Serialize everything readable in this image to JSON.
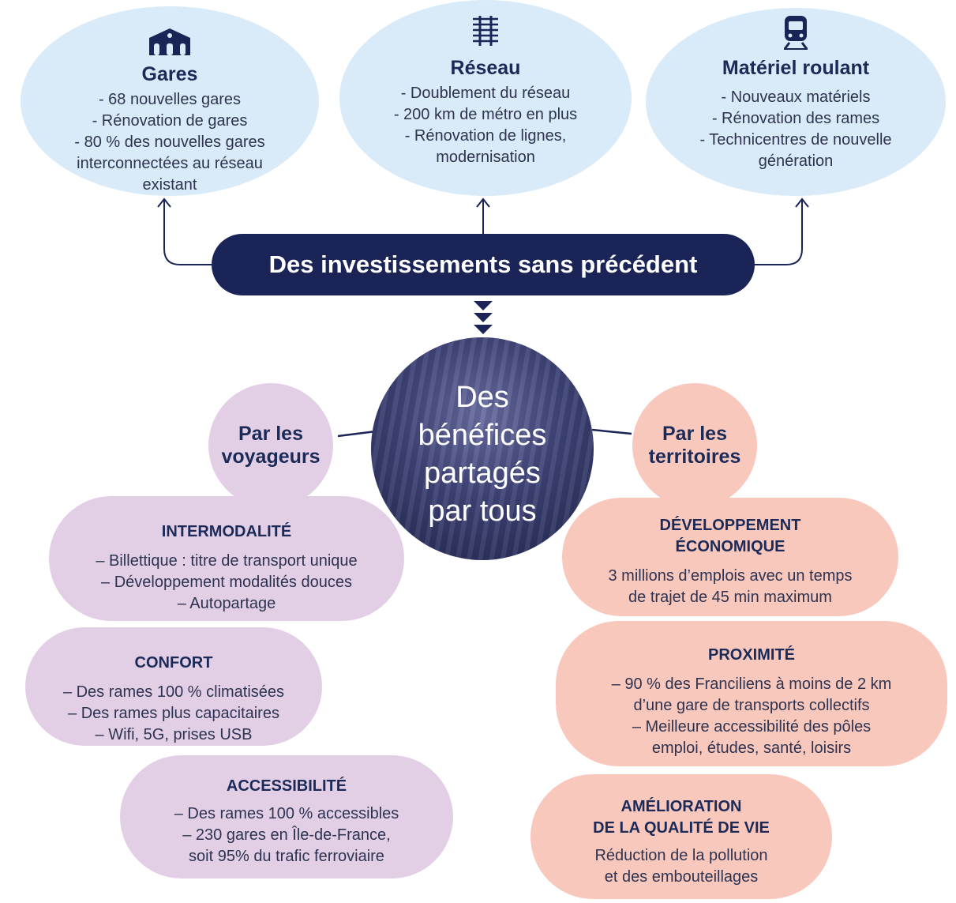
{
  "top_cards": [
    {
      "icon": "station-building-icon",
      "title": "Gares",
      "items": [
        "- 68 nouvelles gares",
        "- Rénovation de gares",
        "- 80 % des nouvelles gares",
        "interconnectées au réseau",
        "existant"
      ]
    },
    {
      "icon": "railway-track-icon",
      "title": "Réseau",
      "items": [
        "- Doublement du réseau",
        "- 200 km de métro en plus",
        "- Rénovation de lignes,",
        "modernisation"
      ]
    },
    {
      "icon": "train-front-icon",
      "title": "Matériel roulant",
      "items": [
        "- Nouveaux matériels",
        "- Rénovation des rames",
        "- Technicentres de nouvelle",
        "génération"
      ]
    }
  ],
  "banner": "Des investissements sans précédent",
  "center": {
    "lines": [
      "Des",
      "bénéfices",
      "partagés",
      "par tous"
    ]
  },
  "voyageurs": {
    "label": [
      "Par les",
      "voyageurs"
    ],
    "bubbles": [
      {
        "title": "INTERMODALITÉ",
        "items": [
          "– Billettique : titre de transport unique",
          "– Développement modalités douces",
          "– Autopartage"
        ]
      },
      {
        "title": "CONFORT",
        "items": [
          "– Des rames 100 % climatisées",
          "– Des rames plus capacitaires",
          "– Wifi, 5G, prises USB"
        ]
      },
      {
        "title": "ACCESSIBILITÉ",
        "items": [
          "– Des rames 100 % accessibles",
          "– 230 gares en Île-de-France,",
          "soit 95% du trafic ferroviaire"
        ]
      }
    ]
  },
  "territoires": {
    "label": [
      "Par les",
      "territoires"
    ],
    "bubbles": [
      {
        "title_lines": [
          "DÉVELOPPEMENT",
          "ÉCONOMIQUE"
        ],
        "items": [
          "3 millions d’emplois avec un temps",
          "de trajet de 45 min maximum"
        ]
      },
      {
        "title_lines": [
          "PROXIMITÉ"
        ],
        "items": [
          "– 90 % des Franciliens à moins de 2 km",
          "d’une gare de transports collectifs",
          "– Meilleure accessibilité des pôles",
          "emploi, études, santé, loisirs"
        ]
      },
      {
        "title_lines": [
          "AMÉLIORATION",
          "DE LA QUALITÉ DE VIE"
        ],
        "items": [
          "Réduction de la pollution",
          "et des embouteillages"
        ]
      }
    ]
  },
  "colors": {
    "navy": "#1a2456",
    "light_blue": "#d9ebf8",
    "violet": "#e2cfe6",
    "peach": "#f8c8bd"
  }
}
